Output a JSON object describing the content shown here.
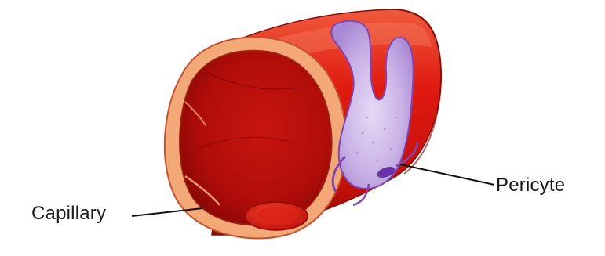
{
  "diagram": {
    "labels": {
      "capillary": "Capillary",
      "pericyte": "Pericyte"
    },
    "colors": {
      "vessel_outer": "#d9150f",
      "vessel_highlight": "#f05a3c",
      "vessel_dark": "#8f0a06",
      "vessel_wall": "#f2a877",
      "vessel_wall_edge": "#c8502e",
      "lumen": "#b40d0a",
      "red_blood_cell": "#e0231a",
      "pericyte_fill": "#c9b3e6",
      "pericyte_edge": "#7d45b6",
      "pericyte_nucleus": "#6a34a8",
      "leader_line": "#111111",
      "label_text": "#1a1a1a"
    },
    "icons": [
      "capillary-tube",
      "pericyte-cell",
      "red-blood-cell"
    ]
  }
}
